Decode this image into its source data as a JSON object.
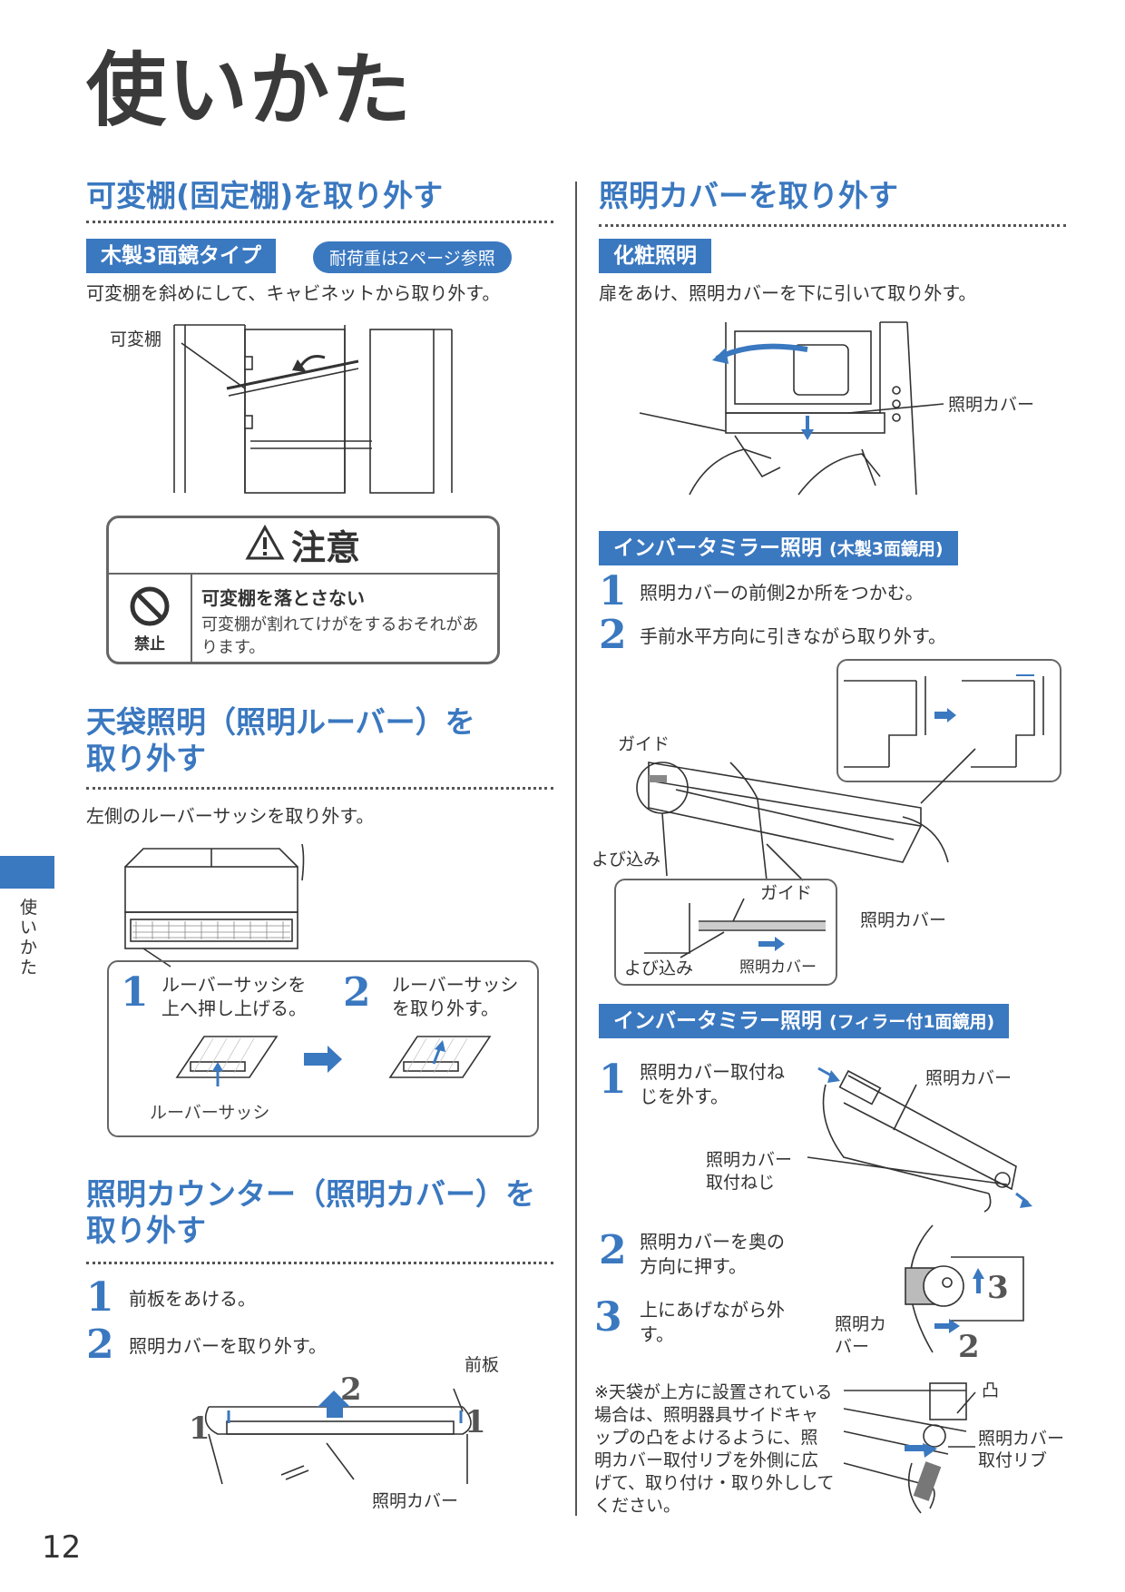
{
  "page": {
    "title": "使いかた",
    "page_number": "12",
    "side_tab": "使いかた"
  },
  "colors": {
    "accent": "#3a78c0",
    "text": "#333333"
  },
  "s1": {
    "heading": "可変棚(固定棚)を取り外す",
    "tag": "木製3面鏡タイプ",
    "pill": "耐荷重は2ページ参照",
    "text": "可変棚を斜めにして、キャビネットから取り外す。",
    "label": "可変棚"
  },
  "caution": {
    "title": "注意",
    "icon_label": "禁止",
    "head": "可変棚を落とさない",
    "text": "可変棚が割れてけがをするおそれがあります。"
  },
  "s2": {
    "heading": "天袋照明（照明ルーバー）を取り外す",
    "text": "左側のルーバーサッシを取り外す。",
    "step1": "ルーバーサッシを上へ押し上げる。",
    "step2": "ルーバーサッシを取り外す。",
    "label": "ルーバーサッシ"
  },
  "s3": {
    "heading": "照明カウンター（照明カバー）を取り外す",
    "step1": "前板をあける。",
    "step2": "照明カバーを取り外す。",
    "label_front": "前板",
    "label_cover": "照明カバー"
  },
  "r1": {
    "heading": "照明カバーを取り外す",
    "tag": "化粧照明",
    "text": "扉をあけ、照明カバーを下に引いて取り外す。",
    "label": "照明カバー"
  },
  "r2": {
    "tag": "インバータミラー照明",
    "tag_sub": "(木製3面鏡用)",
    "step1": "照明カバーの前側2か所をつかむ。",
    "step2": "手前水平方向に引きながら取り外す。",
    "guide": "ガイド",
    "yobikomi": "よび込み",
    "cover": "照明カバー"
  },
  "r3": {
    "tag": "インバータミラー照明",
    "tag_sub": "(フィラー付1面鏡用)",
    "step1": "照明カバー取付ねじを外す。",
    "step2": "照明カバーを奥の方向に押す。",
    "step3": "上にあげながら外す。",
    "label_cover": "照明カバー",
    "label_screw": "照明カバー取付ねじ",
    "label_cover2": "照明カバー",
    "note": "※天袋が上方に設置されている場合は、照明器具サイドキャップの凸をよけるように、照明カバー取付リブを外側に広げて、取り付け・取り外ししてください。",
    "label_totsu": "凸",
    "label_rib": "照明カバー取付リブ"
  }
}
